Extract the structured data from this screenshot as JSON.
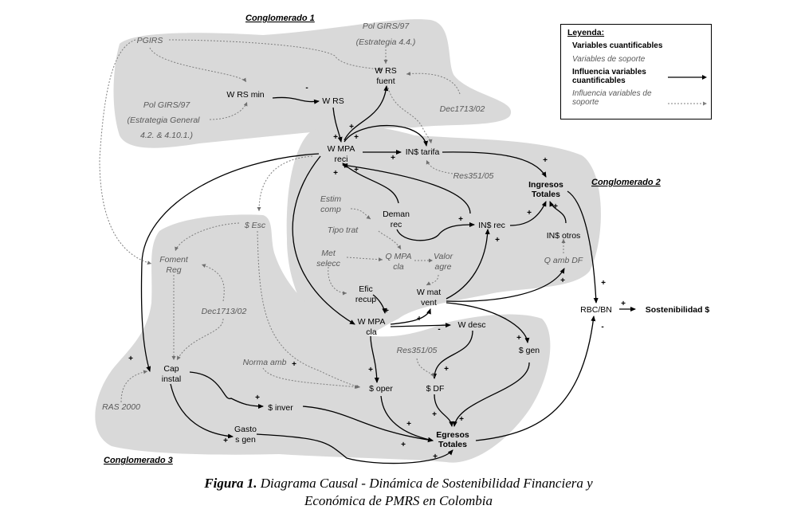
{
  "figure": {
    "caption_label": "Figura 1.",
    "caption_line1": "Diagrama Causal - Dinámica de Sostenibilidad Financiera y",
    "caption_line2": "Económica de PMRS en Colombia"
  },
  "clusters": {
    "c1": "Conglomerado 1",
    "c2": "Conglomerado 2",
    "c3": "Conglomerado 3"
  },
  "legend": {
    "title": "Leyenda:",
    "quant_vars": "Variables cuantificables",
    "support_vars": "Variables de soporte",
    "quant_influence": "Influencia variables cuantificables",
    "support_influence": "Influencia variables de soporte"
  },
  "nodes": {
    "pgirs": "PGIRS",
    "polgirs_a1": "Pol GIRS/97",
    "polgirs_a2": "(Estrategia 4.4.)",
    "polgirs_b1": "Pol GIRS/97",
    "polgirs_b2": "(Estrategia General",
    "polgirs_b3": "4.2. & 4.10.1.)",
    "wrsmin": "W RS min",
    "wrs": "W RS",
    "wrsfuent1": "W RS",
    "wrsfuent2": "fuent",
    "dec1": "Dec1713/02",
    "wmpareci1": "W MPA",
    "wmpareci2": "reci",
    "instarifa": "IN$ tarifa",
    "res1": "Res351/05",
    "ingresos1": "Ingresos",
    "ingresos2": "Totales",
    "estim1": "Estim",
    "estim2": "comp",
    "deman1": "Deman",
    "deman2": "rec",
    "insrec": "IN$ rec",
    "tipotrat": "Tipo trat",
    "met1": "Met",
    "met2": "selecc",
    "qmpa1": "Q MPA",
    "qmpa2": "cla",
    "valor1": "Valor",
    "valor2": "agre",
    "insotros": "IN$ otros",
    "qambdf": "Q amb DF",
    "efic1": "Efic",
    "efic2": "recup",
    "wmat1": "W mat",
    "wmat2": "vent",
    "wmpacla1": "W MPA",
    "wmpacla2": "cla",
    "wdesc": "W desc",
    "sgen": "$ gen",
    "rbc": "RBC/BN",
    "sost": "Sostenibilidad $",
    "sesc": "$ Esc",
    "foment1": "Foment",
    "foment2": "Reg",
    "dec2": "Dec1713/02",
    "cap1": "Cap",
    "cap2": "instal",
    "ras": "RAS 2000",
    "normaamb": "Norma amb",
    "soper": "$ oper",
    "res2": "Res351/05",
    "sdf": "$ DF",
    "sinver": "$ inver",
    "gasto1": "Gasto",
    "gasto2": "s gen",
    "egresos1": "Egresos",
    "egresos2": "Totales"
  },
  "signs": {
    "plus": "+",
    "minus": "-"
  }
}
